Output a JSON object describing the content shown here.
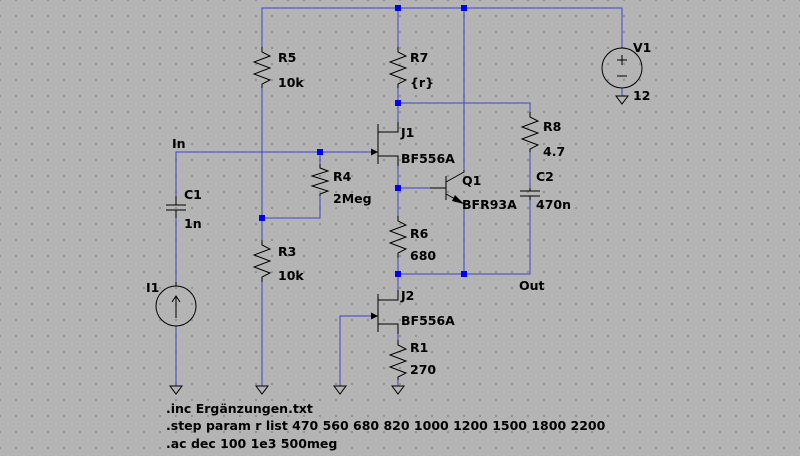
{
  "components": {
    "R5": {
      "ref": "R5",
      "value": "10k"
    },
    "R7": {
      "ref": "R7",
      "value": "{r}"
    },
    "R8": {
      "ref": "R8",
      "value": "4.7"
    },
    "C2": {
      "ref": "C2",
      "value": "470n"
    },
    "J1": {
      "ref": "J1",
      "value": "BF556A"
    },
    "Q1": {
      "ref": "Q1",
      "value": "BFR93A"
    },
    "R4": {
      "ref": "R4",
      "value": "2Meg"
    },
    "C1": {
      "ref": "C1",
      "value": "1n"
    },
    "R3": {
      "ref": "R3",
      "value": "10k"
    },
    "R6": {
      "ref": "R6",
      "value": "680"
    },
    "I1": {
      "ref": "I1",
      "value": ""
    },
    "J2": {
      "ref": "J2",
      "value": "BF556A"
    },
    "R1": {
      "ref": "R1",
      "value": "270"
    },
    "V1": {
      "ref": "V1",
      "value": "12"
    }
  },
  "nets": {
    "in": "In",
    "out": "Out"
  },
  "directives": [
    ".inc Ergänzungen.txt",
    ".step param r list 470 560 680 820 1000 1200 1500 1800 2200",
    ".ac dec 100 1e3 500meg"
  ],
  "colors": {
    "background": "#b4b4b4",
    "wire": "#3a46c8",
    "junction": "#0000ff",
    "component": "#000000"
  }
}
